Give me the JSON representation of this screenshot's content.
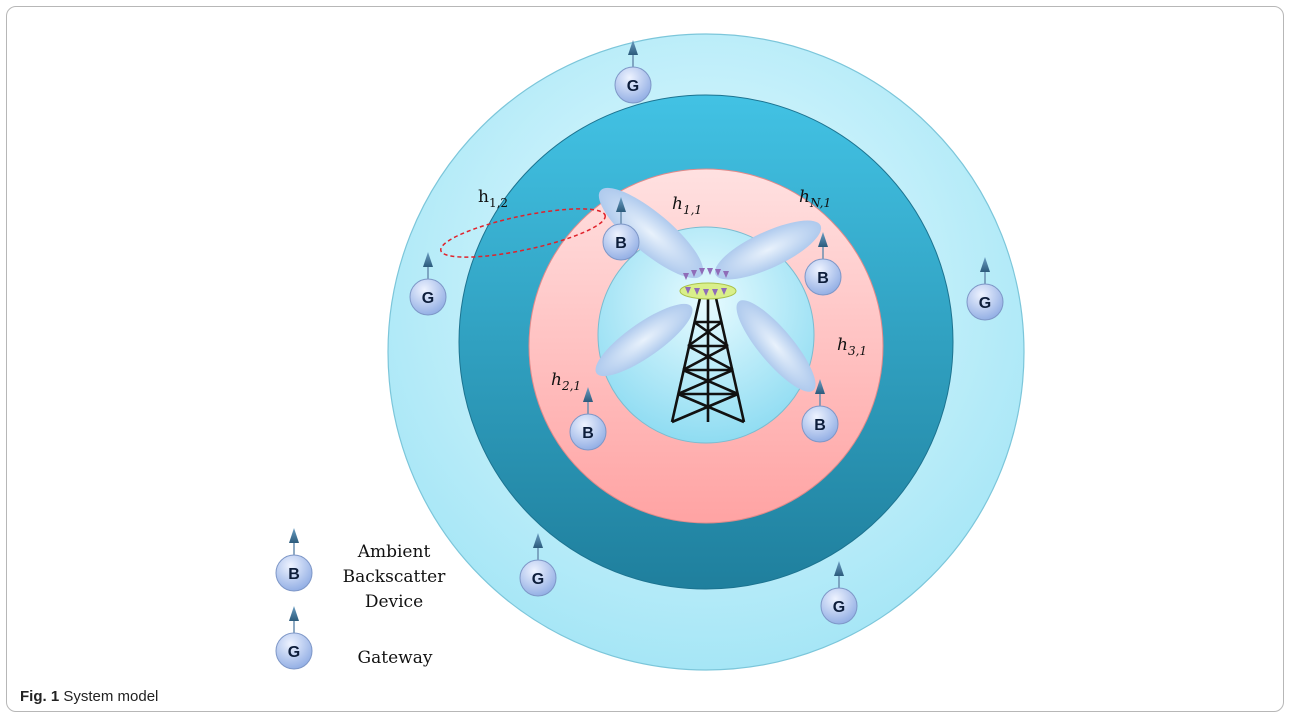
{
  "caption": {
    "label": "Fig. 1",
    "text": "System model"
  },
  "channel_labels": {
    "h12": {
      "base": "h",
      "sub": "1,2"
    },
    "h11": {
      "base": "h",
      "sub": "1,1"
    },
    "hN1": {
      "base": "h",
      "sub": "N,1"
    },
    "h21": {
      "base": "h",
      "sub": "2,1"
    },
    "h31": {
      "base": "h",
      "sub": "3,1"
    }
  },
  "node_letters": {
    "backscatter": "B",
    "gateway": "G"
  },
  "legend": {
    "backscatter_lines": [
      "Ambient",
      "Backscatter",
      "Device"
    ],
    "gateway": "Gateway"
  },
  "colors": {
    "outer_ring": "#bfeffb",
    "middle_ring": "#2a95b5",
    "inner_ring": "#ffc4c4",
    "center_disc": "#c8f1fb",
    "node_fill": "#a8c2ee",
    "antenna": "#3d6d8e",
    "beam": "#c5dbf4",
    "link_dashed": "#e0222b"
  }
}
